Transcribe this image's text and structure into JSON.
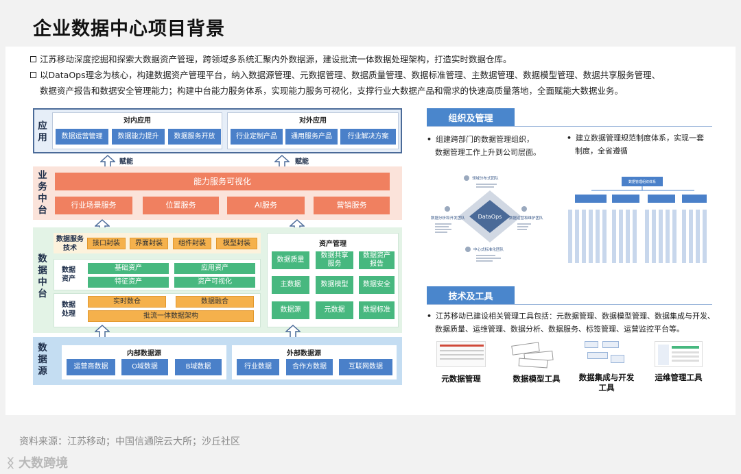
{
  "title": "企业数据中心项目背景",
  "bullets": [
    "江苏移动深度挖掘和探索大数据资产管理，跨领域多系统汇聚内外数据源，建设批流一体数据处理架构，打造实时数据仓库。",
    "以DataOps理念为核心，构建数据资产管理平台，纳入数据源管理、元数据管理、数据质量管理、数据标准管理、主数据管理、数据模型管理、数据共享服务管理、",
    "数据资产报告和数据安全管理能力；构建中台能力服务体系，实现能力服务可视化，支撑行业大数据产品和需求的快速高质量落地，全面赋能大数据业务。"
  ],
  "arch": {
    "app": {
      "label": "应用",
      "internal_title": "对内应用",
      "internal": [
        "数据运营管理",
        "数据能力提升",
        "数据服务开放"
      ],
      "external_title": "对外应用",
      "external": [
        "行业定制产品",
        "通用服务产品",
        "行业解决方案"
      ],
      "enable1": "赋能",
      "enable2": "赋能"
    },
    "biz": {
      "label": "业务中台",
      "top": "能力服务可视化",
      "items": [
        "行业场景服务",
        "位置服务",
        "AI服务",
        "营销服务"
      ]
    },
    "data": {
      "label": "数据中台",
      "svc_label": "数据服务技术",
      "svc": [
        "接口封装",
        "界面封装",
        "组件封装",
        "模型封装"
      ],
      "asset_label": "数据资产",
      "assets": [
        "基础资产",
        "应用资产",
        "特征资产",
        "资产可视化"
      ],
      "proc_label": "数据处理",
      "proc": [
        "实时数仓",
        "数据融合",
        "批流一体数据架构"
      ],
      "mgmt_title": "资产管理",
      "mgmt": [
        "数据质量",
        "数据共享服务",
        "数据资产报告",
        "主数据",
        "数据模型",
        "数据安全",
        "数据源",
        "元数据",
        "数据标准"
      ]
    },
    "src": {
      "label": "数据源",
      "internal_title": "内部数据源",
      "internal": [
        "运营商数据",
        "O域数据",
        "B域数据"
      ],
      "external_title": "外部数据源",
      "external": [
        "行业数据",
        "合作方数据",
        "互联网数据"
      ]
    }
  },
  "right": {
    "org_tag": "组织及管理",
    "org_text1": "组建跨部门的数据管理组织，",
    "org_text1b": "数据管理工作上升到公司层面。",
    "org_text2": "建立数据管理规范制度体系，实现一套",
    "org_text2b": "制度，全省遵循",
    "diagram_center": "DataOps",
    "diagram_top": "领域分布式团队",
    "diagram_left": "数据分析和开发团队",
    "diagram_right": "数据运营和维护团队",
    "diagram_bottom": "中心式标准化团队",
    "org_chart_root": "数据管理组织体系",
    "tech_tag": "技术及工具",
    "tech_text": "江苏移动已建设相关管理工具包括：元数据管理、数据模型管理、数据集成与开发、",
    "tech_text2": "数据质量、运维管理、数据分析、数据服务、标签管理、运营监控平台等。",
    "tools": [
      "元数据管理",
      "数据模型工具",
      "数据集成与开发工具",
      "运维管理工具"
    ]
  },
  "footer": "资料来源：江苏移动；中国信通院云大所；沙丘社区",
  "logo": "大数跨境",
  "colors": {
    "blue": "#4a80c9",
    "salmon": "#f08060",
    "green": "#47b87f",
    "orange": "#f5b14c"
  }
}
